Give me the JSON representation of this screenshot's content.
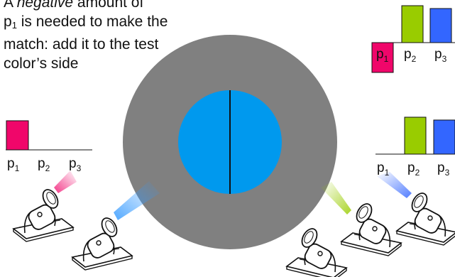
{
  "caption": {
    "part1": "A ",
    "italic": "negative",
    "part2": " amount of",
    "p": "p",
    "p_sub": "1",
    "part3": " is needed to make the match:  add it to the test color’s side"
  },
  "primaries": [
    {
      "label": "p",
      "sub": "1",
      "color": "#f0066a"
    },
    {
      "label": "p",
      "sub": "2",
      "color": "#99cc00"
    },
    {
      "label": "p",
      "sub": "3",
      "color": "#3366ff"
    }
  ],
  "test_panel": {
    "values": [
      1,
      0,
      0
    ]
  },
  "negative_panel": {
    "values": [
      -1,
      1,
      1
    ]
  },
  "match_panel": {
    "values": [
      0,
      1,
      1
    ]
  },
  "colors": {
    "surround": "#808080",
    "field": "#0099ee",
    "beam_test": "#3399ff",
    "beam_p1": "#f0066a",
    "beam_p2": "#99cc00",
    "beam_p3": "#3366ff"
  }
}
